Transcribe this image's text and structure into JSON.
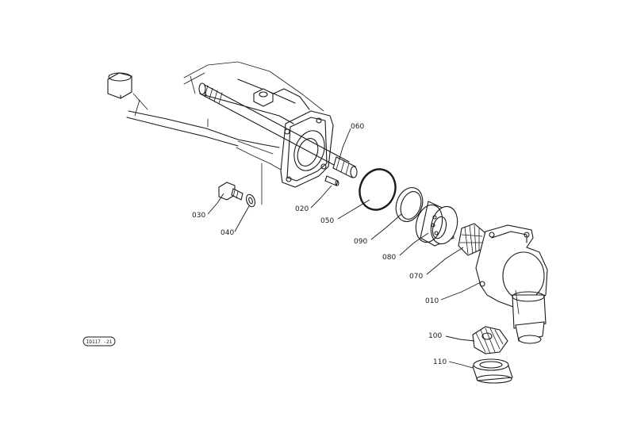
{
  "diagram": {
    "figure_code": "ID117 -21",
    "parts": [
      {
        "key": "p060",
        "label": "060"
      },
      {
        "key": "p020",
        "label": "020"
      },
      {
        "key": "p030",
        "label": "030"
      },
      {
        "key": "p040",
        "label": "040"
      },
      {
        "key": "p050",
        "label": "050"
      },
      {
        "key": "p090",
        "label": "090"
      },
      {
        "key": "p080",
        "label": "080"
      },
      {
        "key": "p070",
        "label": "070"
      },
      {
        "key": "p010",
        "label": "010"
      },
      {
        "key": "p100",
        "label": "100"
      },
      {
        "key": "p110",
        "label": "110"
      }
    ]
  }
}
